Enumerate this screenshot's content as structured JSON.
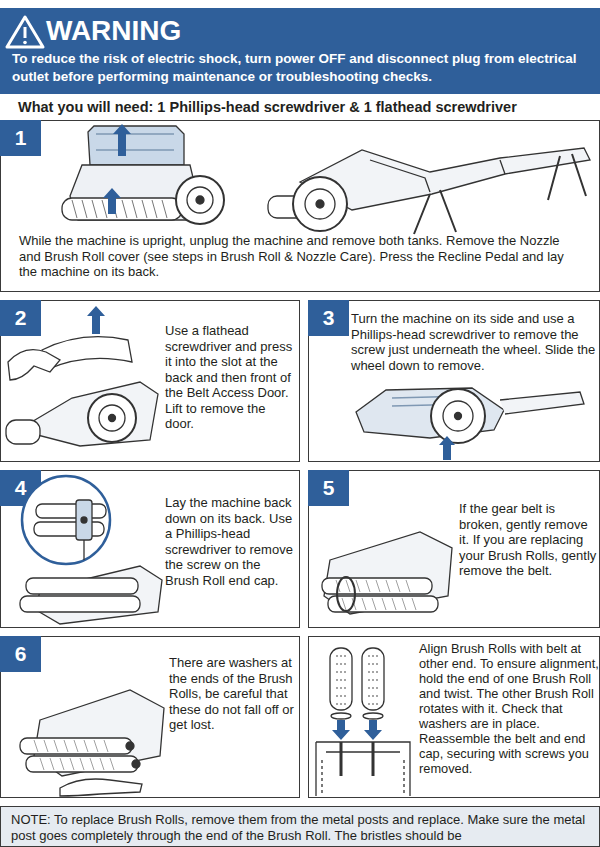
{
  "diagram": {
    "nodes": [
      {
        "text": [
          "WARNING",
          "To reduce the risk of electric shock, turn power OFF and disconnect plug from electrical outlet before performing maintenance or troubleshooting checks."
        ]
      },
      {
        "text": [
          "While the machine is upright, unplug the machine and remove both tanks. Remove the Nozzle and Brush Roll cover (see steps in Brush Roll & Nozzle Care). Press the Recline Pedal and lay the machine on its back."
        ]
      },
      {
        "text": [
          "1"
        ],
        "in": 1
      },
      {
        "text": [
          "Use a flathead screwdriver and press it into the slot at the back and then front of the Belt Access Door. Lift to remove the door."
        ]
      },
      {
        "text": [
          "2"
        ],
        "in": 3
      },
      {
        "text": [
          "Turn the machine on its side and use a Phillips-head screwdriver to remove the screw just underneath the wheel. Slide the wheel down to remove."
        ]
      },
      {
        "text": [
          "3"
        ],
        "in": 5
      },
      {
        "text": [
          "Lay the machine back down on its back. Use a Phillips-head screwdriver to remove the screw on the Brush Roll end cap."
        ]
      },
      {
        "text": [
          "4"
        ],
        "in": 7
      },
      {
        "text": [
          "If the gear belt is broken, gently remove it. If you are replacing your Brush Rolls, gently remove the belt."
        ]
      },
      {
        "text": [
          "5"
        ],
        "in": 9
      },
      {
        "text": [
          "There are washers at the ends of the Brush Rolls, be careful that these do not fall off or get lost."
        ]
      },
      {
        "text": [
          "6"
        ],
        "in": 11
      },
      {
        "text": [
          "Align Brush Rolls with belt at other end. To ensure alignment, hold the end of one Brush Roll and twist. The other Brush Roll rotates with it. Check that washers are in place. Reassemble the belt and end cap, securing with screws you removed."
        ]
      },
      {
        "text": [
          "NOTE: To replace Brush Rolls, remove them from the metal posts and replace. Make sure the metal post goes completely through the end of the Brush Roll. The bristles should be"
        ]
      }
    ],
    "labels": [
      "What you will need: 1 Phillips-head screwdriver & 1 flathead screwdriver"
    ]
  }
}
